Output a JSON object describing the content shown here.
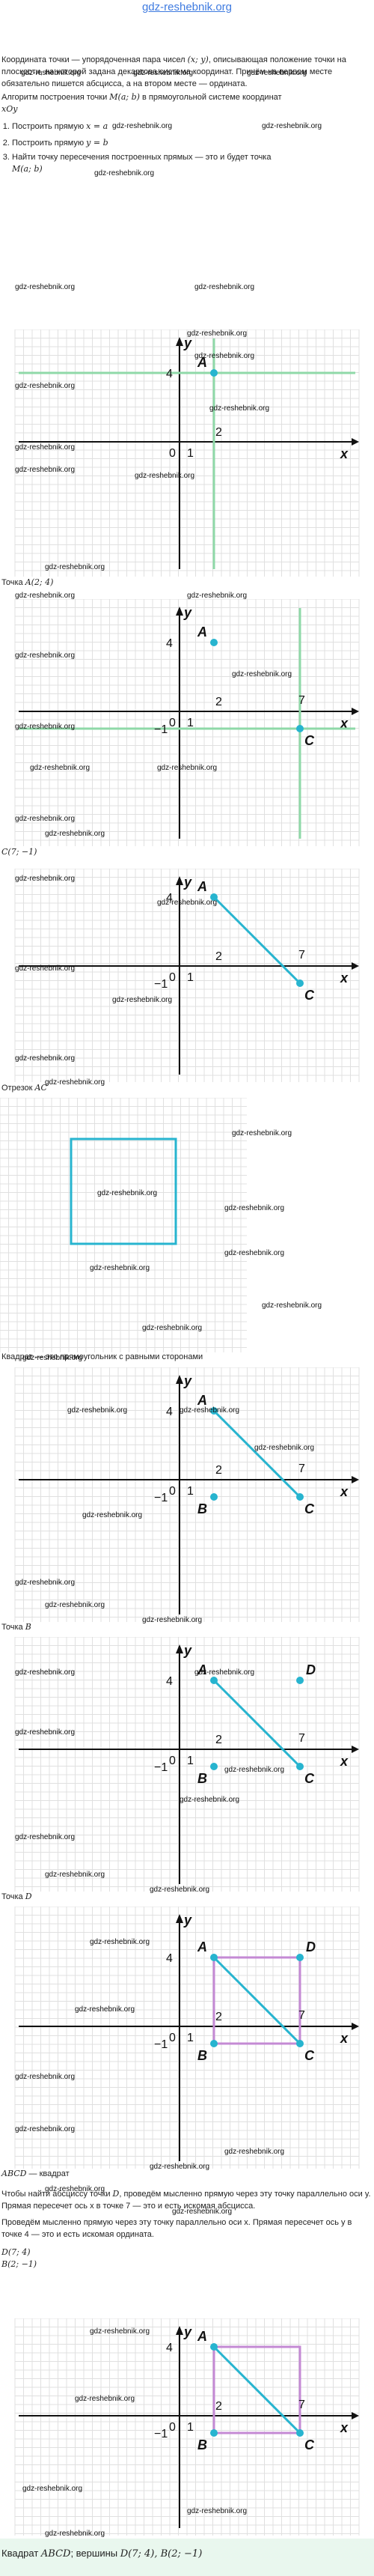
{
  "site_title": "gdz-reshebnik.org",
  "watermark": "gdz-reshebnik.org",
  "intro": {
    "p1_a": "Координата точки — упорядоченная пара чисел ",
    "p1_pair": "(x; y)",
    "p1_b": ", описывающая положение точки на плоскости, на которой задана декартова система координат. Причём на первом месте обязательно пишется абсцисса, а на втором месте — ордината.",
    "p2_a": "Алгоритм построения точки ",
    "p2_point": "M(a; b)",
    "p2_b": " в прямоугольной системе координат",
    "p2_xoy": "xOy",
    "steps": [
      {
        "text": "Построить прямую ",
        "math": "x = a"
      },
      {
        "text": "Построить прямую ",
        "math": "y = b"
      },
      {
        "text": "Найти точку пересечения построенных прямых — это и будет точка ",
        "math": "M(a; b)"
      }
    ]
  },
  "captions": {
    "c1_text": "Точка ",
    "c1_math": "A(2; 4)",
    "c2_math": "C(7; −1)",
    "c3_text": "Отрезок ",
    "c3_math": "AC",
    "c4_text": "Квадрат — это прямоугольник с равными сторонами",
    "c5_text": "Точка ",
    "c5_math": "B",
    "c6_text": "Точка ",
    "c6_math": "D",
    "c7_math": "ABCD",
    "c7_text": " — квадрат"
  },
  "explanation": {
    "p1_a": "Чтобы найти абсциссу точки ",
    "p1_point": "D",
    "p1_b": ", проведём мысленно прямую через эту точку параллельно оси y. Прямая пересечет ось x в точке 7 — это и есть искомая абсцисса.",
    "p2": "Проведём мысленно прямую через эту точку параллельно оси x. Прямая пересечет ось y в точке 4 — это и есть искомая ордината.",
    "d_coords": "D(7; 4)",
    "b_coords": "B(2; −1)"
  },
  "answer": {
    "text_a": "Квадрат ",
    "square": "ABCD",
    "text_b": "; вершины ",
    "vertices": "D(7; 4), B(2; −1)"
  },
  "axes": {
    "x": "x",
    "y": "y",
    "origin": "0",
    "one": "1",
    "neg_one": "−1",
    "two": "2",
    "four": "4",
    "seven": "7"
  },
  "points": {
    "A": "A",
    "B": "B",
    "C": "C",
    "D": "D"
  },
  "accent_colors": {
    "line": "#27b4cf",
    "guide": "#8fd9a8",
    "square": "#c48ad4",
    "dot": "#27b4cf"
  }
}
